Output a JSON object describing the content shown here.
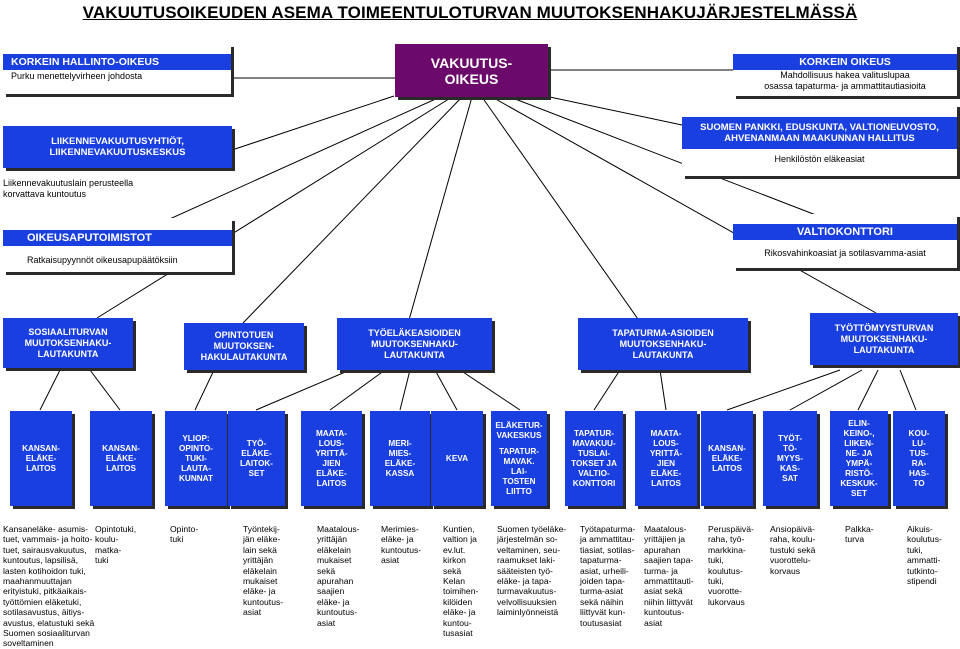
{
  "title": "VAKUUTUSOIKEUDEN ASEMA TOIMEENTULOTURVAN MUUTOKSENHAKUJÄRJESTELMÄSSÄ",
  "colors": {
    "box_blue": "#1a3fe0",
    "center_purple": "#6b0a6b",
    "shadow": "#2a2a2a"
  },
  "top": {
    "left": {
      "title": "KORKEIN HALLINTO-OIKEUS",
      "sub": "Purku menettelyvirheen johdosta"
    },
    "center": {
      "line1": "VAKUUTUS-",
      "line2": "OIKEUS"
    },
    "right": {
      "title": "KORKEIN OIKEUS",
      "sub1": "Mahdollisuus hakea valituslupaa",
      "sub2": "osassa tapaturma- ja ammattitautiasioita"
    }
  },
  "row2": {
    "left": {
      "line1": "LIIKENNEVAKUUTUSYHTIÖT,",
      "line2": "LIIKENNEVAKUUTUSKESKUS"
    },
    "left_note1": "Liikennevakuutuslain perusteella",
    "left_note2": "korvattava kuntoutus",
    "right": {
      "line1": "SUOMEN PANKKI, EDUSKUNTA, VALTIONEUVOSTO,",
      "line2": "AHVENANMAAN MAAKUNNAN HALLITUS",
      "sub": "Henkilöstön eläkeasiat"
    }
  },
  "row3": {
    "left": {
      "title": "OIKEUSAPUTOIMISTOT",
      "sub": "Ratkaisupyynnöt oikeusapupäätöksiin"
    },
    "right": {
      "title": "VALTIOKONTTORI",
      "sub": "Rikosvahinkoasiat ja sotilasvamma-asiat"
    }
  },
  "boards": [
    {
      "lines": [
        "SOSIAALITURVAN",
        "MUUTOKSENHAKU-",
        "LAUTAKUNTA"
      ]
    },
    {
      "lines": [
        "OPINTOTUEN",
        "MUUTOKSEN-",
        "HAKULAUTAKUNTA"
      ]
    },
    {
      "lines": [
        "TYÖELÄKEASIOIDEN",
        "MUUTOKSENHAKU-",
        "LAUTAKUNTA"
      ]
    },
    {
      "lines": [
        "TAPATURMA-ASIOIDEN",
        "MUUTOKSENHAKU-",
        "LAUTAKUNTA"
      ]
    },
    {
      "lines": [
        "TYÖTTÖMYYSTURVAN",
        "MUUTOKSENHAKU-",
        "LAUTAKUNTA"
      ]
    }
  ],
  "institutions": [
    {
      "lines": [
        "KANSAN-",
        "ELÄKE-",
        "LAITOS"
      ]
    },
    {
      "lines": [
        "KANSAN-",
        "ELÄKE-",
        "LAITOS"
      ]
    },
    {
      "lines": [
        "YLIOP:",
        "OPINTO-",
        "TUKI-",
        "LAUTA-",
        "KUNNAT"
      ]
    },
    {
      "lines": [
        "TYÖ-",
        "ELÄKE-",
        "LAITOK-",
        "SET"
      ]
    },
    {
      "lines": [
        "MAATA-",
        "LOUS-",
        "YRITTÄ-",
        "JIEN",
        "ELÄKE-",
        "LAITOS"
      ]
    },
    {
      "lines": [
        "MERI-",
        "MIES-",
        "ELÄKE-",
        "KASSA"
      ]
    },
    {
      "lines": [
        "KEVA"
      ]
    },
    {
      "lines": [
        "ELÄKETUR-",
        "VAKESKUS",
        "",
        "TAPATUR-",
        "MAVAK.",
        "LAI-",
        "TOSTEN",
        "LIITTO"
      ]
    },
    {
      "lines": [
        "TAPATUR-",
        "MAVAKUU-",
        "TUSLAI-",
        "TOKSET JA",
        "VALTIO-",
        "KONTTORI"
      ]
    },
    {
      "lines": [
        "MAATA-",
        "LOUS-",
        "YRITTÄ-",
        "JIEN",
        "ELÄKE-",
        "LAITOS"
      ]
    },
    {
      "lines": [
        "KANSAN-",
        "ELÄKE-",
        "LAITOS"
      ]
    },
    {
      "lines": [
        "TYÖT-",
        "TÖ-",
        "MYYS-",
        "KAS-",
        "SAT"
      ]
    },
    {
      "lines": [
        "ELIN-",
        "KEINO-,",
        "LIIKEN-",
        "NE- JA",
        "YMPÄ-",
        "RISTÖ-",
        "KESKUK-",
        "SET"
      ]
    },
    {
      "lines": [
        "KOU-",
        "LU-",
        "TUS-",
        "RA-",
        "HAS-",
        "TO"
      ]
    }
  ],
  "notes": [
    "Kansaneläke- asumis-\ntuet, vammais- ja hoito-\ntuet, sairausvakuutus,\nkuntoutus, lapsilisä,\nlasten kotihoidon tuki,\nmaahanmuuttajan\nerityistuki, pitkäaikais-\ntyöttömien eläketuki,\nsotilasavustus, äitiys-\navustus, elatustuki sekä\nSuomen sosiaaliturvan\nsoveltaminen",
    "Opintotuki,\nkoulu-\nmatka-\ntuki",
    "Opinto-\ntuki",
    "Työntekij-\njän eläke-\nlain sekä\nyrittäjän\neläkelain\nmukaiset\neläke- ja\nkuntoutus-\nasiat",
    "Maatalous-\nyrittäjän\neläkelain\nmukaiset\nsekä\napurahan\nsaajien\neläke- ja\nkuntoutus-\nasiat",
    "Merimies-\neläke- ja\nkuntoutus-\nasiat",
    "Kuntien,\nvaltion ja\nev.lut.\nkirkon\nsekä\nKelan\ntoimihen-\nkilöiden\neläke- ja\nkuntou-\ntusasiat",
    "Suomen työeläke-\njärjestelmän so-\nveltaminen, seu-\nraamukset laki-\nsääteisten työ-\neläke- ja tapa-\nturmavakuutus-\nvelvollisuuksien\nlaiminlyönneistä",
    "Työtapaturma-\nja ammattitau-\ntiasiat, sotilas-\ntapaturma-\nasiat, urheili-\njoiden tapa-\nturma-asiat\nsekä näihin\nliittyvät kun-\ntoutusasiat",
    "Maatalous-\nyrittäjien ja\napurahan\nsaajien tapa-\nturma- ja\nammattitauti-\nasiat sekä\nniihin liittyvät\nkuntoutus-\nasiat",
    "Peruspäivä-\nraha, työ-\nmarkkina-\ntuki,\nkoulutus-\ntuki,\nvuorotte-\nlukorvaus",
    "Ansiopäivä-\nraha, koulu-\ntustuki sekä\nvuorottelu-\nkorvaus",
    "Palkka-\nturva",
    "Aikuis-\nkoulutus-\ntuki,\nammatti-\ntutkinto-\nstipendi"
  ]
}
